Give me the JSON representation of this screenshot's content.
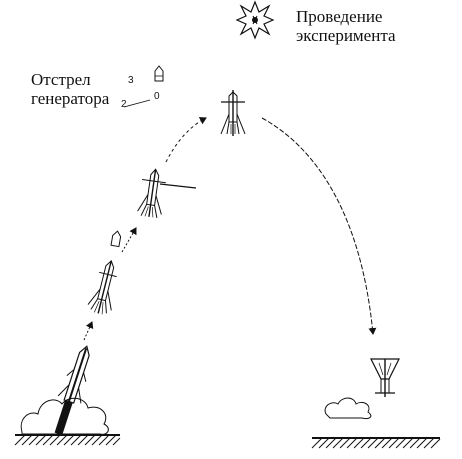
{
  "labels": {
    "generator_line1": "Отстрел",
    "generator_line2": "генератора",
    "experiment_line1": "Проведение",
    "experiment_line2": "эксперимента"
  },
  "stage_numbers": {
    "three": "3",
    "zero": "0",
    "two": "2"
  },
  "colors": {
    "ink": "#111111",
    "background": "#ffffff"
  },
  "icons": [
    "explosion-icon",
    "rocket-icon",
    "generator-capsule-icon",
    "cloud-icon",
    "ground-hatch"
  ]
}
